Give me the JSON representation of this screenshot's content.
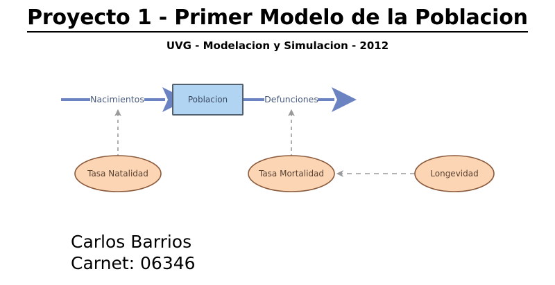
{
  "header": {
    "title": "Proyecto 1 - Primer Modelo de la Poblacion",
    "subtitle": "UVG - Modelacion y Simulacion - 2012"
  },
  "diagram": {
    "type": "stock-and-flow",
    "stock": {
      "label": "Poblacion",
      "fill": "#b0d4f1",
      "stroke": "#55606e"
    },
    "flows": [
      {
        "name": "inflow",
        "label": "Nacimientos",
        "direction": "right",
        "color": "#6b83c0"
      },
      {
        "name": "outflow",
        "label": "Defunciones",
        "direction": "right",
        "color": "#6b83c0"
      }
    ],
    "converters": [
      {
        "name": "tasa-natalidad",
        "label": "Tasa Natalidad"
      },
      {
        "name": "tasa-mortalidad",
        "label": "Tasa Mortalidad"
      },
      {
        "name": "longevidad",
        "label": "Longevidad"
      }
    ],
    "connectors": [
      {
        "from": "tasa-natalidad",
        "to": "inflow",
        "style": "dashed",
        "color": "#9a9a9a"
      },
      {
        "from": "tasa-mortalidad",
        "to": "outflow",
        "style": "dashed",
        "color": "#9a9a9a"
      },
      {
        "from": "longevidad",
        "to": "tasa-mortalidad",
        "style": "dashed",
        "color": "#9a9a9a"
      }
    ],
    "colors": {
      "converter_fill": "#fbd5b4",
      "converter_stroke": "#8a5a3c",
      "flow_arrow": "#6b83c0",
      "connector": "#9a9a9a",
      "background": "#ffffff"
    }
  },
  "footer": {
    "author_name": "Carlos Barrios",
    "carnet_line": "Carnet: 06346"
  }
}
